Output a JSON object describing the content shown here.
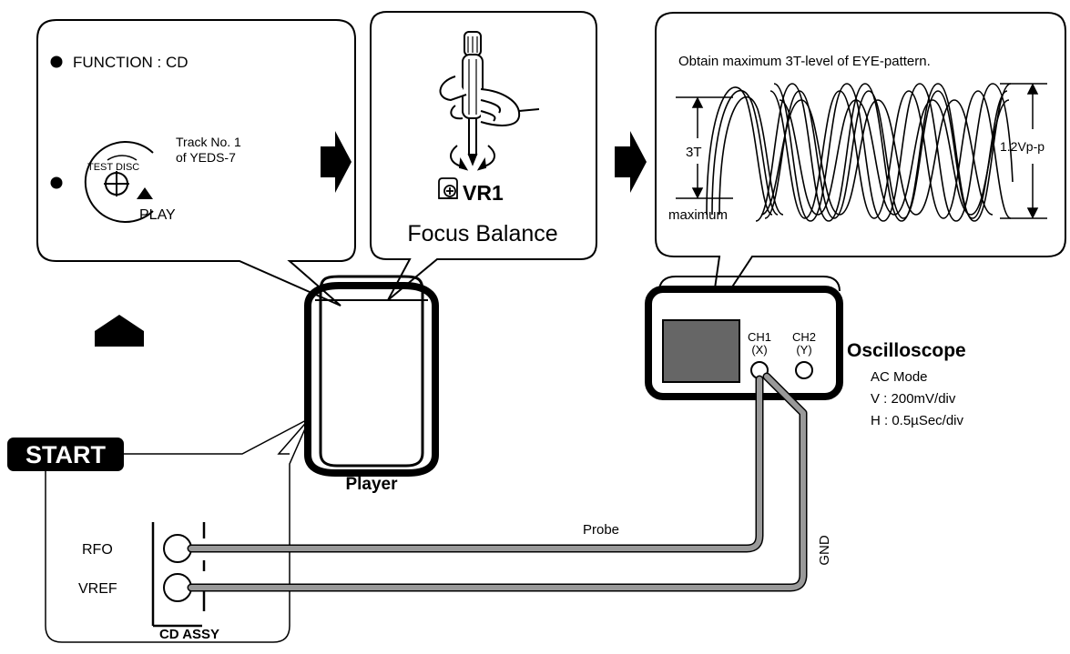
{
  "panel1": {
    "function_label": "FUNCTION : CD",
    "track_line1": "Track No. 1",
    "track_line2": "of YEDS-7",
    "test_disc_label": "TEST DISC",
    "play_label": "PLAY"
  },
  "panel2": {
    "vr_label": "VR1",
    "vr_caption": "Focus Balance"
  },
  "panel3": {
    "instruction": "Obtain maximum 3T-level of EYE-pattern.",
    "three_t_label": "3T",
    "maximum_label": "maximum",
    "amplitude_label": "1.2Vp-p"
  },
  "start_label": "START",
  "player_label": "Player",
  "oscilloscope": {
    "title": "Oscilloscope",
    "mode": "AC Mode",
    "vertical": "V : 200mV/div",
    "horizontal": "H : 0.5µSec/div",
    "ch1_label": "CH1",
    "ch1_sub": "(X)",
    "ch2_label": "CH2",
    "ch2_sub": "(Y)"
  },
  "cd_assy": {
    "rfo_label": "RFO",
    "vref_label": "VREF",
    "title": "CD ASSY"
  },
  "probe_label": "Probe",
  "gnd_label": "GND",
  "colors": {
    "cable": "#999999",
    "screen": "#666666",
    "outline": "#000000"
  }
}
